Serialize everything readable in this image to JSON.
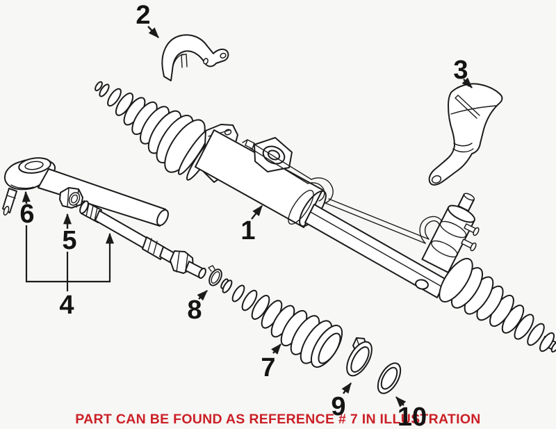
{
  "diagram": {
    "background_color": "#f7f7f5",
    "line_color": "#1b1b1b",
    "note": {
      "text": "PART CAN BE FOUND AS REFERENCE # 7 IN ILLUSTRATION",
      "color": "#cb2027"
    },
    "callouts": {
      "c1": "1",
      "c2": "2",
      "c3": "3",
      "c4": "4",
      "c5": "5",
      "c6": "6",
      "c7": "7",
      "c8": "8",
      "c9": "9",
      "c10": "10"
    }
  }
}
